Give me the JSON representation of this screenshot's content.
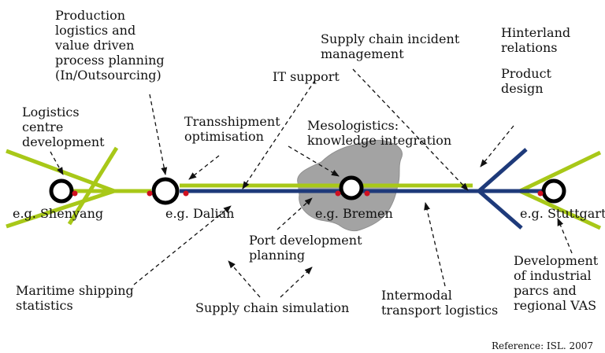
{
  "labels": {
    "production_logistics": "Production\nlogistics and\nvalue driven\nprocess planning\n(In/Outsourcing)",
    "logistics_centre": "Logistics\ncentre\ndevelopment",
    "transshipment": "Transshipment\noptimisation",
    "it_support": "IT support",
    "supply_chain_incident": "Supply chain incident\nmanagement",
    "hinterland": "Hinterland\nrelations",
    "product_design": "Product\ndesign",
    "mesologistics": "Mesologistics:\nknowledge integration",
    "port_development": "Port development\nplanning",
    "maritime_statistics": "Maritime shipping\nstatistics",
    "supply_chain_simulation": "Supply chain simulation",
    "intermodal": "Intermodal\ntransport logistics",
    "industrial_parcs": "Development\nof industrial\nparcs and\nregional VAS"
  },
  "cities": {
    "shenyang": "e.g. Shenyang",
    "dalian": "e.g. Dalian",
    "bremen": "e.g. Bremen",
    "stuttgart": "e.g. Stuttgart"
  },
  "reference": "Reference: ISL. 2007",
  "colors": {
    "green_line": "#a8c818",
    "blue_line": "#1e3a7a",
    "node_dot": "#d01020",
    "region_fill": "#a3a3a3"
  }
}
